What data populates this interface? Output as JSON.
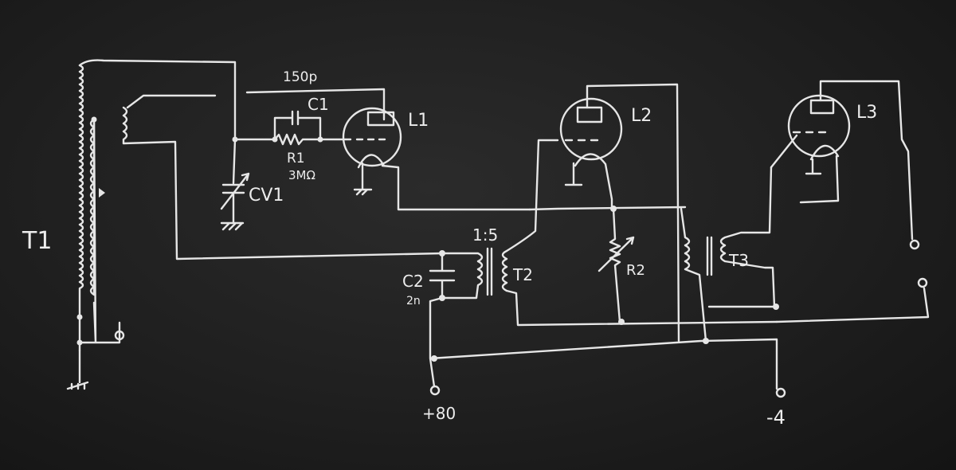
{
  "labels": {
    "t1": "T1",
    "c1_value": "150p",
    "c1": "C1",
    "r1": "R1",
    "r1_value": "3MΩ",
    "cv1": "CV1",
    "l1": "L1",
    "l2": "L2",
    "l3": "L3",
    "t2_ratio": "1:5",
    "t2": "T2",
    "c2": "C2",
    "c2_value": "2n",
    "r2": "R2",
    "t3": "T3",
    "supply_plus": "+80",
    "supply_minus": "-4"
  },
  "colors": {
    "board": "#1f1f1f",
    "chalk": "#e6e6e6"
  }
}
